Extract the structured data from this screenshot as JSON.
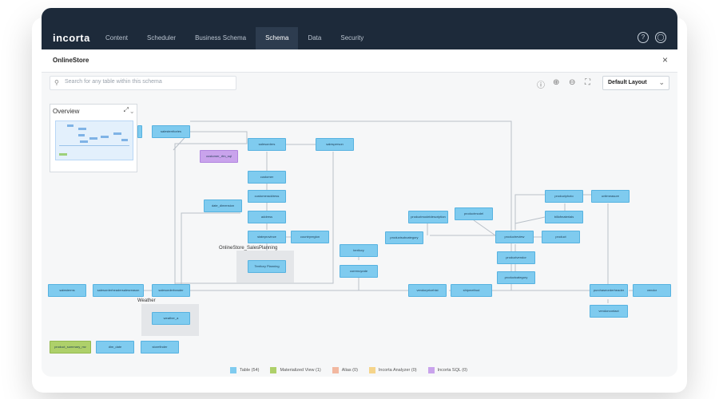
{
  "app": {
    "logo": "incorta"
  },
  "nav": {
    "items": [
      {
        "label": "Content"
      },
      {
        "label": "Scheduler"
      },
      {
        "label": "Business Schema"
      },
      {
        "label": "Schema",
        "active": true
      },
      {
        "label": "Data"
      },
      {
        "label": "Security"
      }
    ]
  },
  "header_icons": {
    "help": "?",
    "user": "◯"
  },
  "schema": {
    "title": "OnlineStore",
    "close_icon": "×"
  },
  "search": {
    "placeholder": "Search for any table within this schema"
  },
  "toolbar": {
    "info_icon": "ⓘ",
    "zoom_in_icon": "⊕",
    "zoom_out_icon": "⊖",
    "fit_icon": "⛶",
    "layout_value": "Default Layout",
    "layout_chevron": "⌄"
  },
  "overview": {
    "title": "Overview",
    "expand_icon": "⤢",
    "collapse_icon": "⌄"
  },
  "groups": [
    {
      "id": "sales_planning",
      "label": "OnlineStore_SalesPlanning"
    },
    {
      "id": "weather",
      "label": "Weather"
    }
  ],
  "nodes": [
    {
      "id": "n1",
      "label": "salesterritories",
      "kind": "table"
    },
    {
      "id": "n2",
      "label": "salesorders",
      "kind": "table"
    },
    {
      "id": "n3",
      "label": "salesperson",
      "kind": "table"
    },
    {
      "id": "n4",
      "label": "customer_rfm_sql",
      "kind": "sql"
    },
    {
      "id": "n5",
      "label": "customer",
      "kind": "table"
    },
    {
      "id": "n6",
      "label": "customeraddress",
      "kind": "table"
    },
    {
      "id": "n7",
      "label": "date_dimension",
      "kind": "table"
    },
    {
      "id": "n8",
      "label": "address",
      "kind": "table"
    },
    {
      "id": "n9",
      "label": "stateprovince",
      "kind": "table"
    },
    {
      "id": "n10",
      "label": "countryregion",
      "kind": "table"
    },
    {
      "id": "n11",
      "label": "Territory Planning",
      "kind": "table"
    },
    {
      "id": "n12",
      "label": "salesterms",
      "kind": "table"
    },
    {
      "id": "n13",
      "label": "salesorderheadersalesreason",
      "kind": "table"
    },
    {
      "id": "n14",
      "label": "salesorderheader",
      "kind": "table"
    },
    {
      "id": "n15",
      "label": "weather_a",
      "kind": "table"
    },
    {
      "id": "n16",
      "label": "territory",
      "kind": "table"
    },
    {
      "id": "n17",
      "label": "currencyrate",
      "kind": "table"
    },
    {
      "id": "n18",
      "label": "productmodeldescription",
      "kind": "table"
    },
    {
      "id": "n19",
      "label": "productmodel",
      "kind": "table"
    },
    {
      "id": "n20",
      "label": "productsubcategory",
      "kind": "table"
    },
    {
      "id": "n21",
      "label": "productreview",
      "kind": "table"
    },
    {
      "id": "n22",
      "label": "product",
      "kind": "table"
    },
    {
      "id": "n23",
      "label": "productvendor",
      "kind": "table"
    },
    {
      "id": "n24",
      "label": "productcategory",
      "kind": "table"
    },
    {
      "id": "n25",
      "label": "productphoto",
      "kind": "table"
    },
    {
      "id": "n26",
      "label": "unitmeasure",
      "kind": "table"
    },
    {
      "id": "n27",
      "label": "billofmaterials",
      "kind": "table"
    },
    {
      "id": "n28",
      "label": "vendorpricehist",
      "kind": "table"
    },
    {
      "id": "n29",
      "label": "shipmethod",
      "kind": "table"
    },
    {
      "id": "n30",
      "label": "purchaseorderheader",
      "kind": "table"
    },
    {
      "id": "n31",
      "label": "vendor",
      "kind": "table"
    },
    {
      "id": "n32",
      "label": "vendorcontact",
      "kind": "table"
    },
    {
      "id": "n33",
      "label": "vendoraddr",
      "kind": "table"
    },
    {
      "id": "n34",
      "label": "product_summary_mv",
      "kind": "mv"
    },
    {
      "id": "n35",
      "label": "dim_date",
      "kind": "table"
    },
    {
      "id": "n36",
      "label": "storefinder",
      "kind": "table"
    }
  ],
  "legend": [
    {
      "label": "Table (54)",
      "color": "#7fcbef"
    },
    {
      "label": "Materialized View (1)",
      "color": "#aed06a"
    },
    {
      "label": "Alias (0)",
      "color": "#f2b8a0"
    },
    {
      "label": "Incorta Analyzer (0)",
      "color": "#f5d48a"
    },
    {
      "label": "Incorta SQL (0)",
      "color": "#c9a3ec"
    }
  ]
}
